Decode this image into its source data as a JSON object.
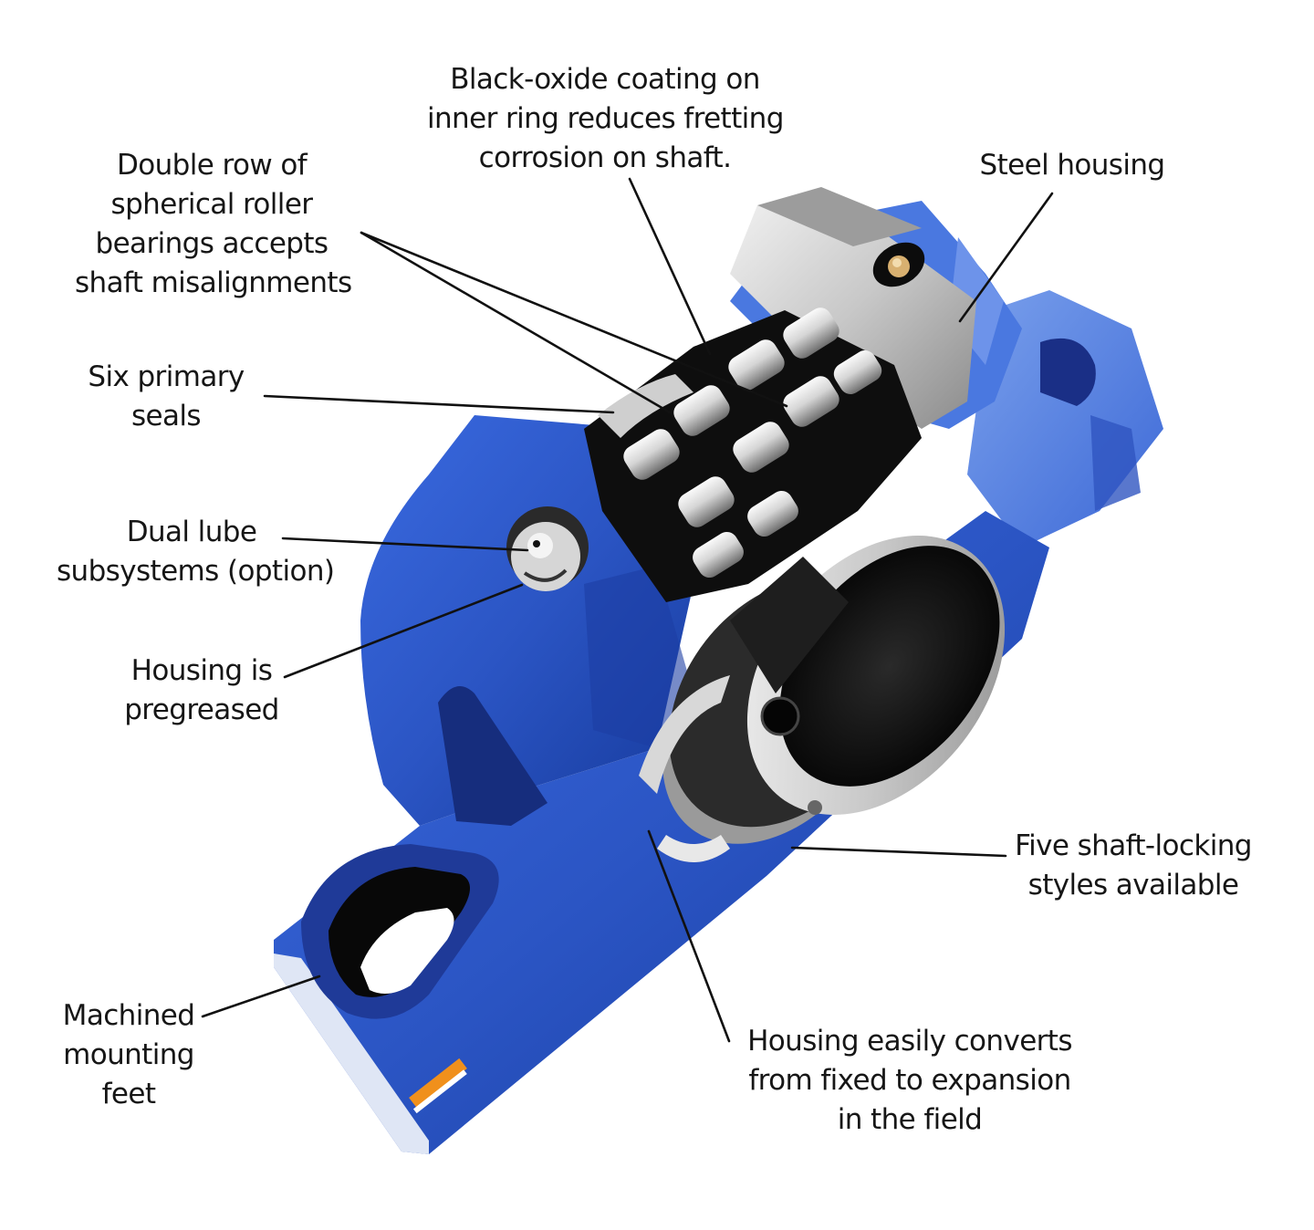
{
  "diagram": {
    "subject": "Pillow block spherical roller bearing assembly",
    "colors": {
      "housing_blue": "#2f5fd0",
      "housing_dark": "#12308a",
      "housing_light": "#6c93e6",
      "steel_light": "#e6e6e6",
      "steel_mid": "#a8a8a8",
      "black_oxide": "#141414",
      "leader_line": "#111111",
      "label_tag": "#f0901c"
    },
    "callouts": [
      {
        "id": "black-oxide",
        "lines": [
          "Black-oxide coating on",
          "inner ring reduces fretting",
          "corrosion on shaft."
        ]
      },
      {
        "id": "steel-housing",
        "lines": [
          "Steel housing"
        ]
      },
      {
        "id": "double-row",
        "lines": [
          "Double row of",
          "spherical roller",
          "bearings accepts",
          "shaft misalignments"
        ]
      },
      {
        "id": "six-seals",
        "lines": [
          "Six primary",
          "seals"
        ]
      },
      {
        "id": "dual-lube",
        "lines": [
          "Dual lube",
          "subsystems (option)"
        ]
      },
      {
        "id": "pregreased",
        "lines": [
          "Housing is",
          "pregreased"
        ]
      },
      {
        "id": "five-locking",
        "lines": [
          "Five shaft-locking",
          "styles available"
        ]
      },
      {
        "id": "mounting-feet",
        "lines": [
          "Machined",
          "mounting",
          "feet"
        ]
      },
      {
        "id": "converts",
        "lines": [
          "Housing easily converts",
          "from fixed to expansion",
          "in the field"
        ]
      }
    ]
  }
}
